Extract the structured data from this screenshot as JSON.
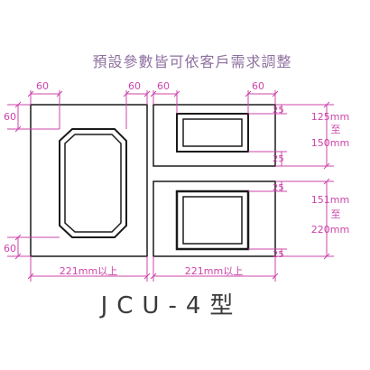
{
  "title": "預設參數皆可依客戶需求調整",
  "model": "JCU-4型",
  "dimensions": {
    "top_left_margin": "60",
    "top_left_margin_right": "60",
    "top_right_margin_left": "60",
    "top_right_margin_right": "60",
    "left_top": "60",
    "left_bottom": "60",
    "right_small_1": "25",
    "right_small_2": "25",
    "right_small_3": "25",
    "right_small_4": "25",
    "upper_height_min": "125mm",
    "upper_height_to": "至",
    "upper_height_max": "150mm",
    "lower_height_min": "151mm",
    "lower_height_to": "至",
    "lower_height_max": "220mm",
    "left_width": "221mm以上",
    "right_width": "221mm以上"
  },
  "colors": {
    "dimension": "#cc44aa",
    "outline": "#1a1a1a",
    "title": "#8e6fa0"
  }
}
